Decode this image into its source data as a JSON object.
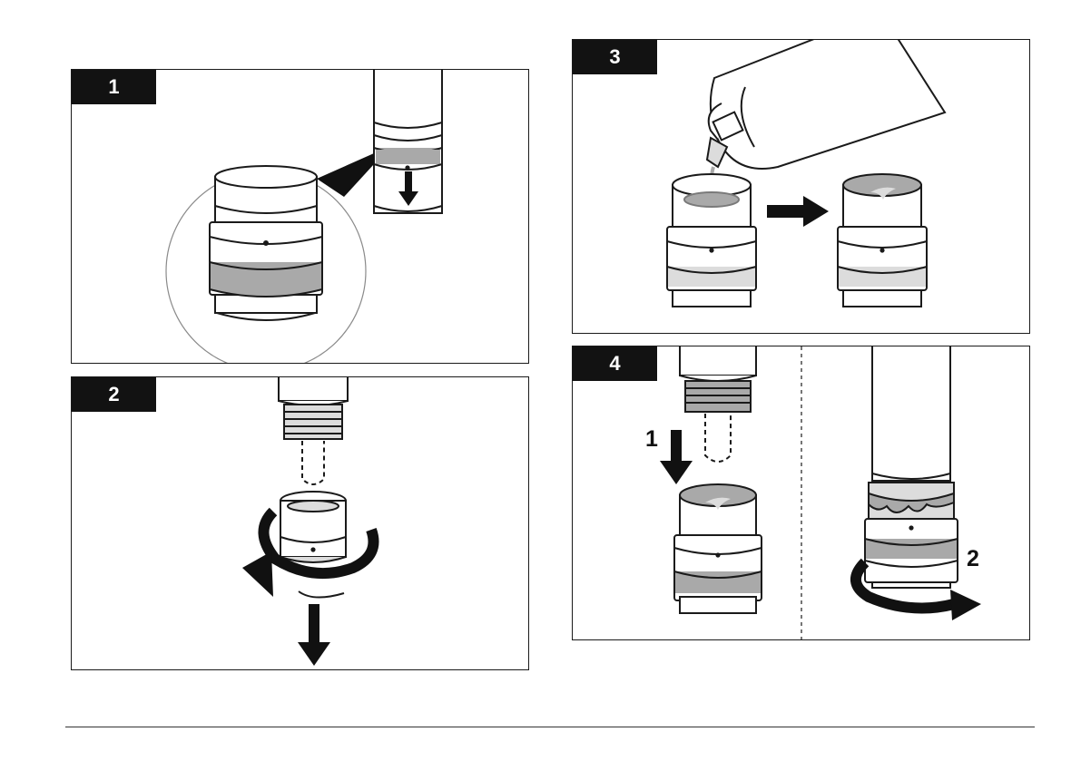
{
  "steps": [
    {
      "number": "1"
    },
    {
      "number": "2"
    },
    {
      "number": "3"
    },
    {
      "number": "4",
      "sub_labels": [
        "1",
        "2"
      ]
    }
  ],
  "colors": {
    "badge": "#121212",
    "line": "#1a1a1a",
    "shade": "#a9a9a9",
    "light_shade": "#dcdcdc"
  }
}
